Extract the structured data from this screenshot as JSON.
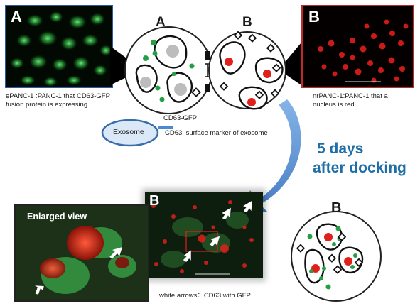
{
  "panel_a": {
    "letter": "A",
    "caption_line1": "ePANC-1 :PANC-1 that CD63-GFP",
    "caption_line2": "fusion protein is expressing"
  },
  "panel_b": {
    "letter": "B",
    "caption_line1": "nrPANC-1:PANC-1 that a",
    "caption_line2": "nucleus is red."
  },
  "docking_diagram": {
    "label_a": "A",
    "label_b": "B"
  },
  "exosome_legend": {
    "bubble_label": "Exosome",
    "marker_label": "CD63-GFP",
    "description": "CD63: surface marker of exosome"
  },
  "timepoint": {
    "line1": "5 days",
    "line2": "after docking"
  },
  "result_image": {
    "letter": "B",
    "caption": "white arrows：CD63 with GFP"
  },
  "enlarged_view": {
    "title": "Enlarged view"
  },
  "result_diagram": {
    "label": "B"
  },
  "colors": {
    "accent_blue": "#1f6fa6",
    "arrow_blue": "#4a8ad0",
    "gfp_green": "#22a043",
    "nucleus_red": "#e0201a",
    "panel_a_border": "#2a5aa0",
    "panel_b_border": "#c0282a"
  }
}
